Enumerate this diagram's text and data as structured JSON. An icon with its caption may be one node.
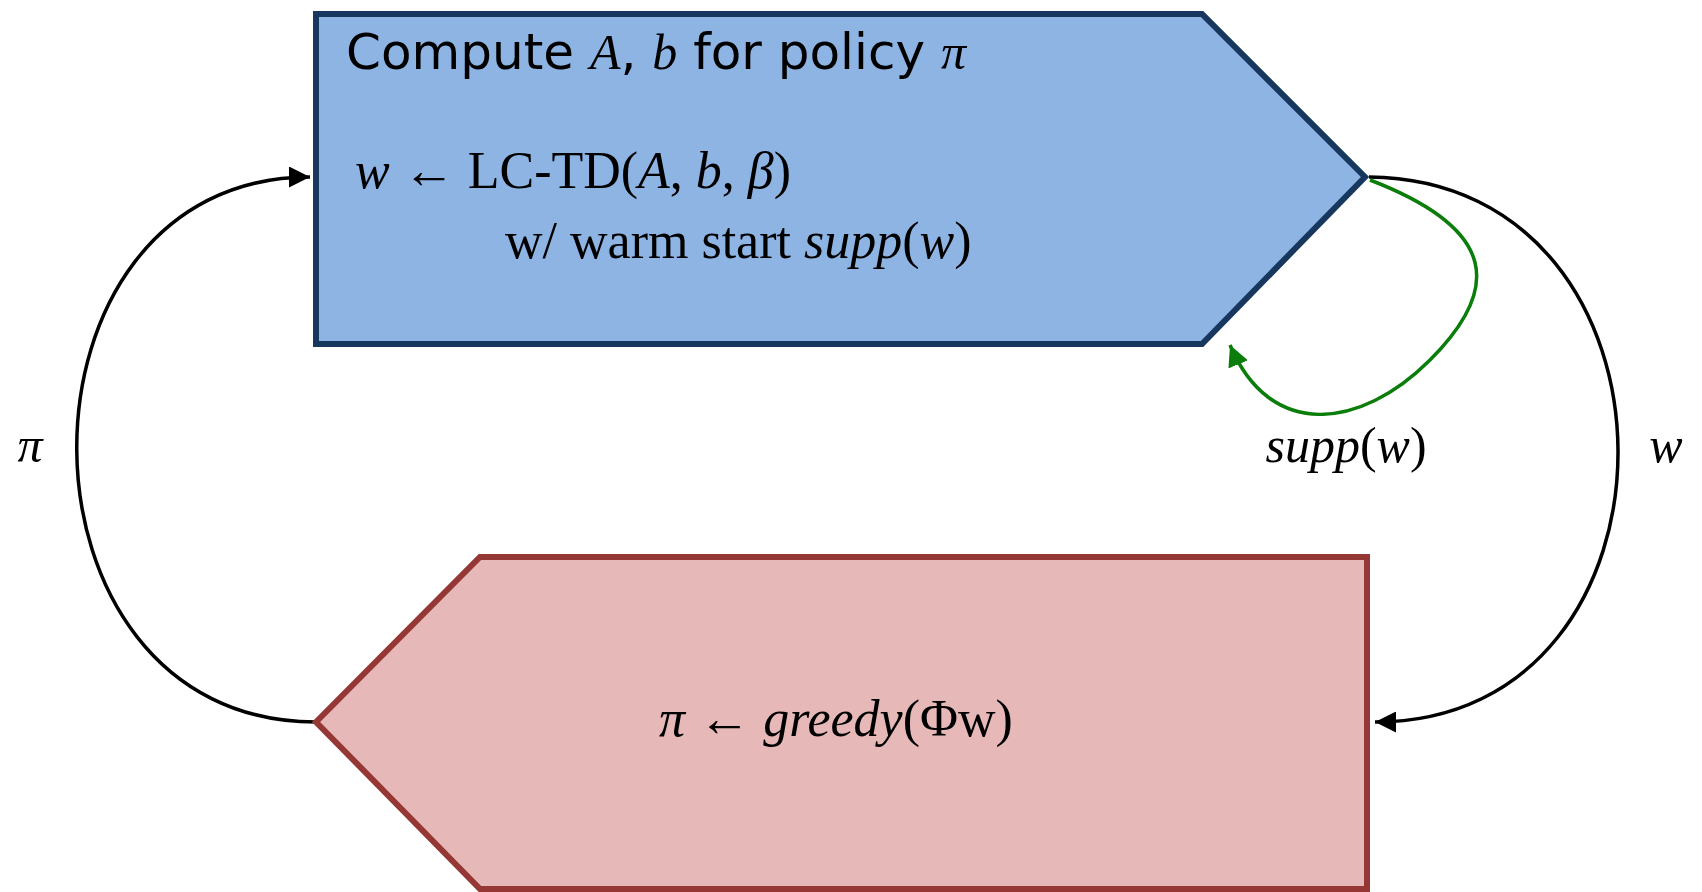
{
  "diagram": {
    "nodes": [
      {
        "text": [
          "Compute *A*, *b* for policy *π*",
          "*w* ← LC-TD(*A*, *b*, *β*)",
          "w/ warm start *supp*(*w*)"
        ]
      },
      {
        "text": [
          "*π* ← *greedy*(Φw)"
        ]
      }
    ],
    "edges": [
      {
        "from": 0,
        "to": 1,
        "arrow": "to",
        "label": "*w*"
      },
      {
        "from": 1,
        "to": 0,
        "arrow": "to",
        "label": "*π*"
      },
      {
        "from": 0,
        "to": 0,
        "arrow": "to",
        "label": "*supp*(*w*)",
        "color": "#0a7d0a"
      }
    ]
  }
}
